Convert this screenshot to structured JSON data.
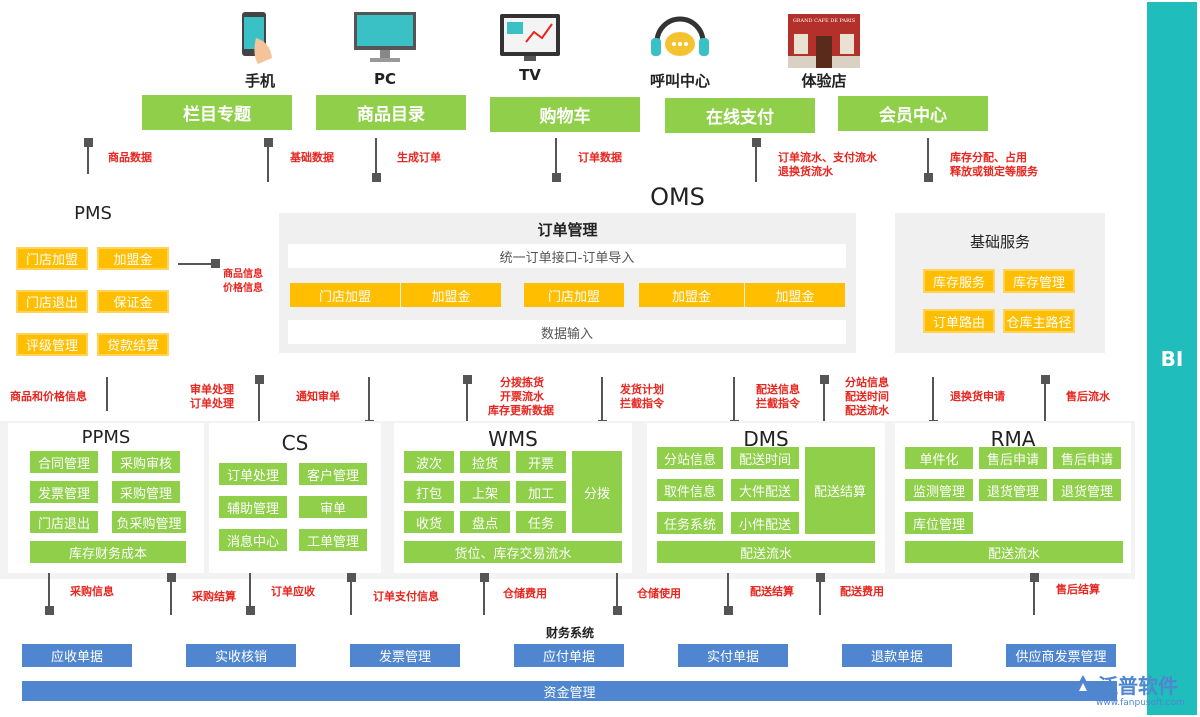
{
  "channels": [
    {
      "label": "手机",
      "icon": "mobile-phone-icon"
    },
    {
      "label": "PC",
      "icon": "desktop-monitor-icon"
    },
    {
      "label": "TV",
      "icon": "tv-icon"
    },
    {
      "label": "呼叫中心",
      "icon": "call-center-headset-icon"
    },
    {
      "label": "体验店",
      "icon": "store-front-icon"
    }
  ],
  "store_sign": "GRAND CAFE DE PARIS",
  "top_bars": [
    "栏目专题",
    "商品目录",
    "购物车",
    "在线支付",
    "会员中心"
  ],
  "top_flows": {
    "goods_data": "商品数据",
    "basic_data": "基础数据",
    "create_order": "生成订单",
    "order_data": "订单数据",
    "order_payment_flow_1": "订单流水、支付流水",
    "order_payment_flow_2": "退换货流水",
    "inventory_1": "库存分配、占用",
    "inventory_2": "释放或锁定等服务"
  },
  "pms": {
    "title": "PMS",
    "buttons": [
      "门店加盟",
      "加盟金",
      "门店退出",
      "保证金",
      "评级管理",
      "贷款结算"
    ],
    "info_1": "商品信息",
    "info_2": "价格信息"
  },
  "oms": {
    "title": "OMS",
    "order_mgmt": "订单管理",
    "import_bar": "统一订单接口-订单导入",
    "buttons": [
      "门店加盟",
      "加盟金",
      "门店加盟",
      "加盟金",
      "加盟金"
    ],
    "data_input": "数据输入"
  },
  "basic_service": {
    "title": "基础服务",
    "buttons": [
      "库存服务",
      "库存管理",
      "订单路由",
      "仓库主路径"
    ]
  },
  "mid_flows": {
    "goods_price": "商品和价格信息",
    "audit_1": "审单处理",
    "audit_2": "订单处理",
    "notify_audit": "通知审单",
    "pick_1": "分拨拣货",
    "pick_2": "开票流水",
    "pick_3": "库存更新数据",
    "ship_1": "发货计划",
    "ship_2": "拦截指令",
    "deliver_1": "配送信息",
    "deliver_2": "拦截指令",
    "station_1": "分站信息",
    "station_2": "配送时间",
    "station_3": "配送流水",
    "return_req": "退换货申请",
    "after_sale": "售后流水"
  },
  "ppms": {
    "title": "PPMS",
    "buttons": [
      "合同管理",
      "采购审核",
      "发票管理",
      "采购管理",
      "门店退出",
      "负采购管理"
    ],
    "bottom": "库存财务成本"
  },
  "cs": {
    "title": "CS",
    "buttons": [
      "订单处理",
      "客户管理",
      "辅助管理",
      "审单",
      "消息中心",
      "工单管理"
    ]
  },
  "wms": {
    "title": "WMS",
    "buttons": [
      "波次",
      "捡货",
      "开票",
      "打包",
      "上架",
      "加工",
      "收货",
      "盘点",
      "任务"
    ],
    "side": "分拨",
    "bottom": "货位、库存交易流水"
  },
  "dms": {
    "title": "DMS",
    "buttons": [
      "分站信息",
      "配送时间",
      "取件信息",
      "大件配送",
      "任务系统",
      "小件配送"
    ],
    "side": "配送结算",
    "bottom": "配送流水"
  },
  "rma": {
    "title": "RMA",
    "buttons": [
      "单件化",
      "售后申请",
      "售后申请",
      "监测管理",
      "退货管理",
      "退货管理",
      "库位管理"
    ],
    "bottom": "配送流水"
  },
  "bottom_flows": {
    "purchase_info": "采购信息",
    "purchase_settle": "采购结算",
    "order_receivable": "订单应收",
    "order_payment_info": "订单支付信息",
    "storage_fee": "仓储费用",
    "storage_use": "仓储使用",
    "delivery_settle": "配送结算",
    "delivery_fee": "配送费用",
    "after_sale_settle": "售后结算"
  },
  "finance": {
    "title": "财务系统",
    "buttons": [
      "应收单据",
      "实收核销",
      "发票管理",
      "应付单据",
      "实付单据",
      "退款单据",
      "供应商发票管理"
    ],
    "fund": "资金管理"
  },
  "bi": "BI",
  "logo": {
    "name": "泛普软件",
    "url": "www.fanpusoft.com"
  },
  "colors": {
    "green": "#8fcf4a",
    "orange": "#ffbe00",
    "blue": "#4f86cf",
    "teal": "#1fbdbb",
    "red": "#e8261f"
  }
}
